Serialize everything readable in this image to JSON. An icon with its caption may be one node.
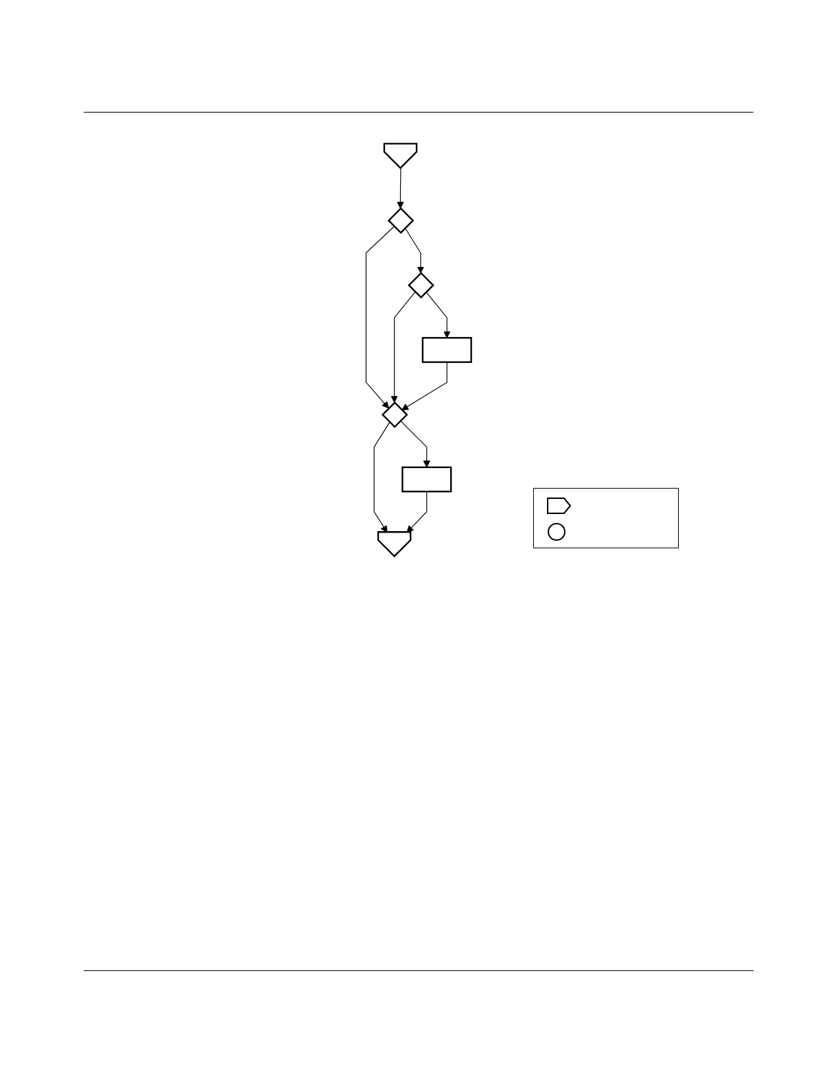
{
  "diagram": {
    "nodes": [
      {
        "text": [],
        "shape": "pentagon"
      },
      {
        "text": [],
        "shape": "diamond"
      },
      {
        "text": [],
        "shape": "diamond"
      },
      {
        "text": [],
        "shape": "box"
      },
      {
        "text": [],
        "shape": "diamond"
      },
      {
        "text": [],
        "shape": "box"
      },
      {
        "text": [],
        "shape": "pentagon"
      }
    ],
    "edges": [
      {
        "from": 0,
        "to": 1,
        "arrow": "to"
      },
      {
        "from": 1,
        "to": 2,
        "arrow": "to"
      },
      {
        "from": 2,
        "to": 3,
        "arrow": "to"
      },
      {
        "from": 1,
        "to": 4,
        "arrow": "to"
      },
      {
        "from": 2,
        "to": 4,
        "arrow": "to"
      },
      {
        "from": 3,
        "to": 4,
        "arrow": "to"
      },
      {
        "from": 4,
        "to": 5,
        "arrow": "to"
      },
      {
        "from": 4,
        "to": 6,
        "arrow": "to"
      },
      {
        "from": 5,
        "to": 6,
        "arrow": "to"
      }
    ]
  }
}
